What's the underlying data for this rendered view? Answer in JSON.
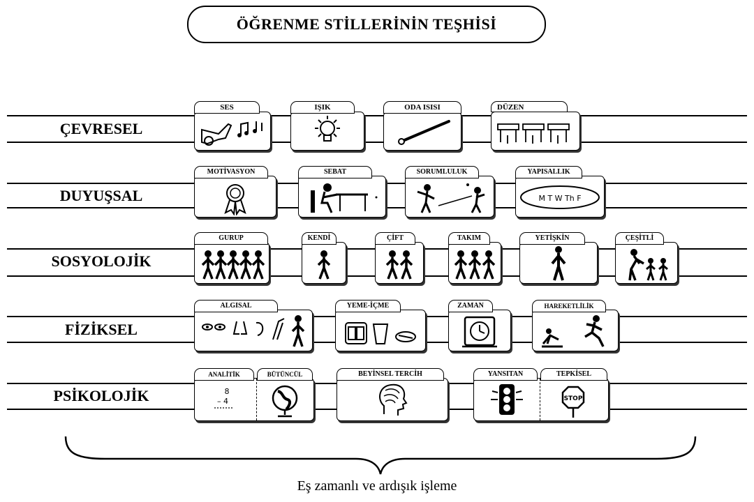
{
  "title": "ÖĞRENME STİLLERİNİN TEŞHİSİ",
  "rows": [
    {
      "label": "ÇEVRESEL",
      "items": [
        "SES",
        "IŞIK",
        "ODA ISISI",
        "DÜZEN"
      ]
    },
    {
      "label": "DUYUŞSAL",
      "items": [
        "MOTİVASYON",
        "SEBAT",
        "SORUMLULUK",
        "YAPISALLIK"
      ]
    },
    {
      "label": "SOSYOLOJİK",
      "items": [
        "GURUP",
        "KENDİ",
        "ÇİFT",
        "TAKIM",
        "YETİŞKİN",
        "ÇEŞİTLİ"
      ]
    },
    {
      "label": "FİZİKSEL",
      "items": [
        "ALGISAL",
        "YEME-İÇME",
        "ZAMAN",
        "HAREKETLİLİK"
      ]
    },
    {
      "label": "PSİKOLOJİK",
      "items": [
        "ANALİTİK",
        "BÜTÜNCÜL",
        "BEYİNSEL TERCİH",
        "YANSITAN",
        "TEPKİSEL"
      ]
    }
  ],
  "icons": {
    "days": "M T W Th F",
    "math_top": "8",
    "math_bottom": "– 4",
    "stop": "STOP"
  },
  "footer": "Eş zamanlı ve ardışık işleme"
}
